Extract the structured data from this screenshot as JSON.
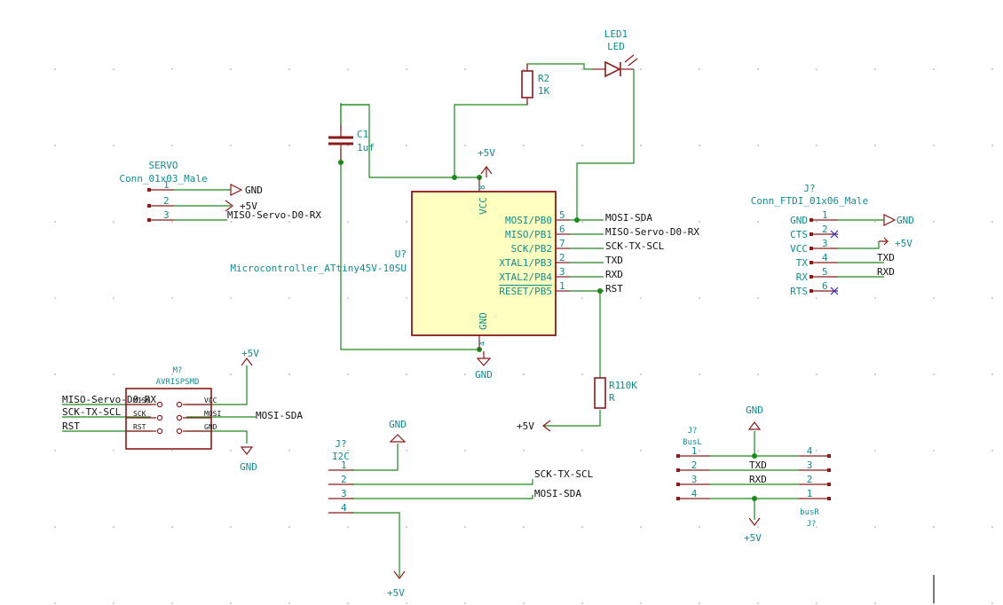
{
  "power": {
    "p5v": "+5V",
    "gnd": "GND"
  },
  "servo": {
    "ref": "SERVO",
    "value": "Conn_01x03_Male",
    "pins": [
      "1",
      "2",
      "3"
    ],
    "net3": "MISO-Servo-D0-RX"
  },
  "c1": {
    "ref": "C1",
    "value": "1uf"
  },
  "r2": {
    "ref": "R2",
    "value": "1K"
  },
  "led": {
    "ref": "LED1",
    "value": "LED"
  },
  "mcu": {
    "ref": "U?",
    "value": "Microcontroller_ATtiny45V-10SU",
    "vcc": "VCC",
    "vcc_num": "8",
    "gnd": "GND",
    "gnd_num": "4",
    "pins": [
      {
        "name": "MOSI/PB0",
        "num": "5",
        "net": "MOSI-SDA"
      },
      {
        "name": "MISO/PB1",
        "num": "6",
        "net": "MISO-Servo-D0-RX"
      },
      {
        "name": "SCK/PB2",
        "num": "7",
        "net": "SCK-TX-SCL"
      },
      {
        "name": "XTAL1/PB3",
        "num": "2",
        "net": "TXD"
      },
      {
        "name": "XTAL2/PB4",
        "num": "3",
        "net": "RXD"
      },
      {
        "name": "RESET/PB5",
        "num": "1",
        "net": "RST"
      }
    ]
  },
  "r1": {
    "ref": "R1",
    "value": "10K",
    "value_r": "R"
  },
  "ftdi": {
    "ref": "J?",
    "value": "Conn_FTDI_01x06_Male",
    "pins": [
      {
        "name": "GND",
        "num": "1",
        "net": "GND"
      },
      {
        "name": "CTS",
        "num": "2",
        "net": ""
      },
      {
        "name": "VCC",
        "num": "3",
        "net": "+5V"
      },
      {
        "name": "TX",
        "num": "4",
        "net": "TXD"
      },
      {
        "name": "RX",
        "num": "5",
        "net": "RXD"
      },
      {
        "name": "RTS",
        "num": "6",
        "net": ""
      }
    ]
  },
  "avr": {
    "ref": "M?",
    "value": "AVRISPSMD",
    "left": [
      "MISO",
      "SCK",
      "RST"
    ],
    "right": [
      "VCC",
      "MOSI",
      "GND"
    ],
    "nets": [
      "MISO-Servo-D0-RX",
      "SCK-TX-SCL",
      "RST",
      "MOSI-SDA"
    ]
  },
  "i2c": {
    "ref": "J?",
    "value": "I2C",
    "pins": [
      "1",
      "2",
      "3",
      "4"
    ],
    "nets": [
      "SCK-TX-SCL",
      "MOSI-SDA"
    ]
  },
  "bus": {
    "ref_l": "J?",
    "value_l": "BusL",
    "ref_r": "J?",
    "value_r": "busR",
    "left_pins": [
      "1",
      "2",
      "3",
      "4"
    ],
    "right_pins": [
      "4",
      "3",
      "2",
      "1"
    ],
    "nets": [
      "TXD",
      "RXD"
    ]
  }
}
